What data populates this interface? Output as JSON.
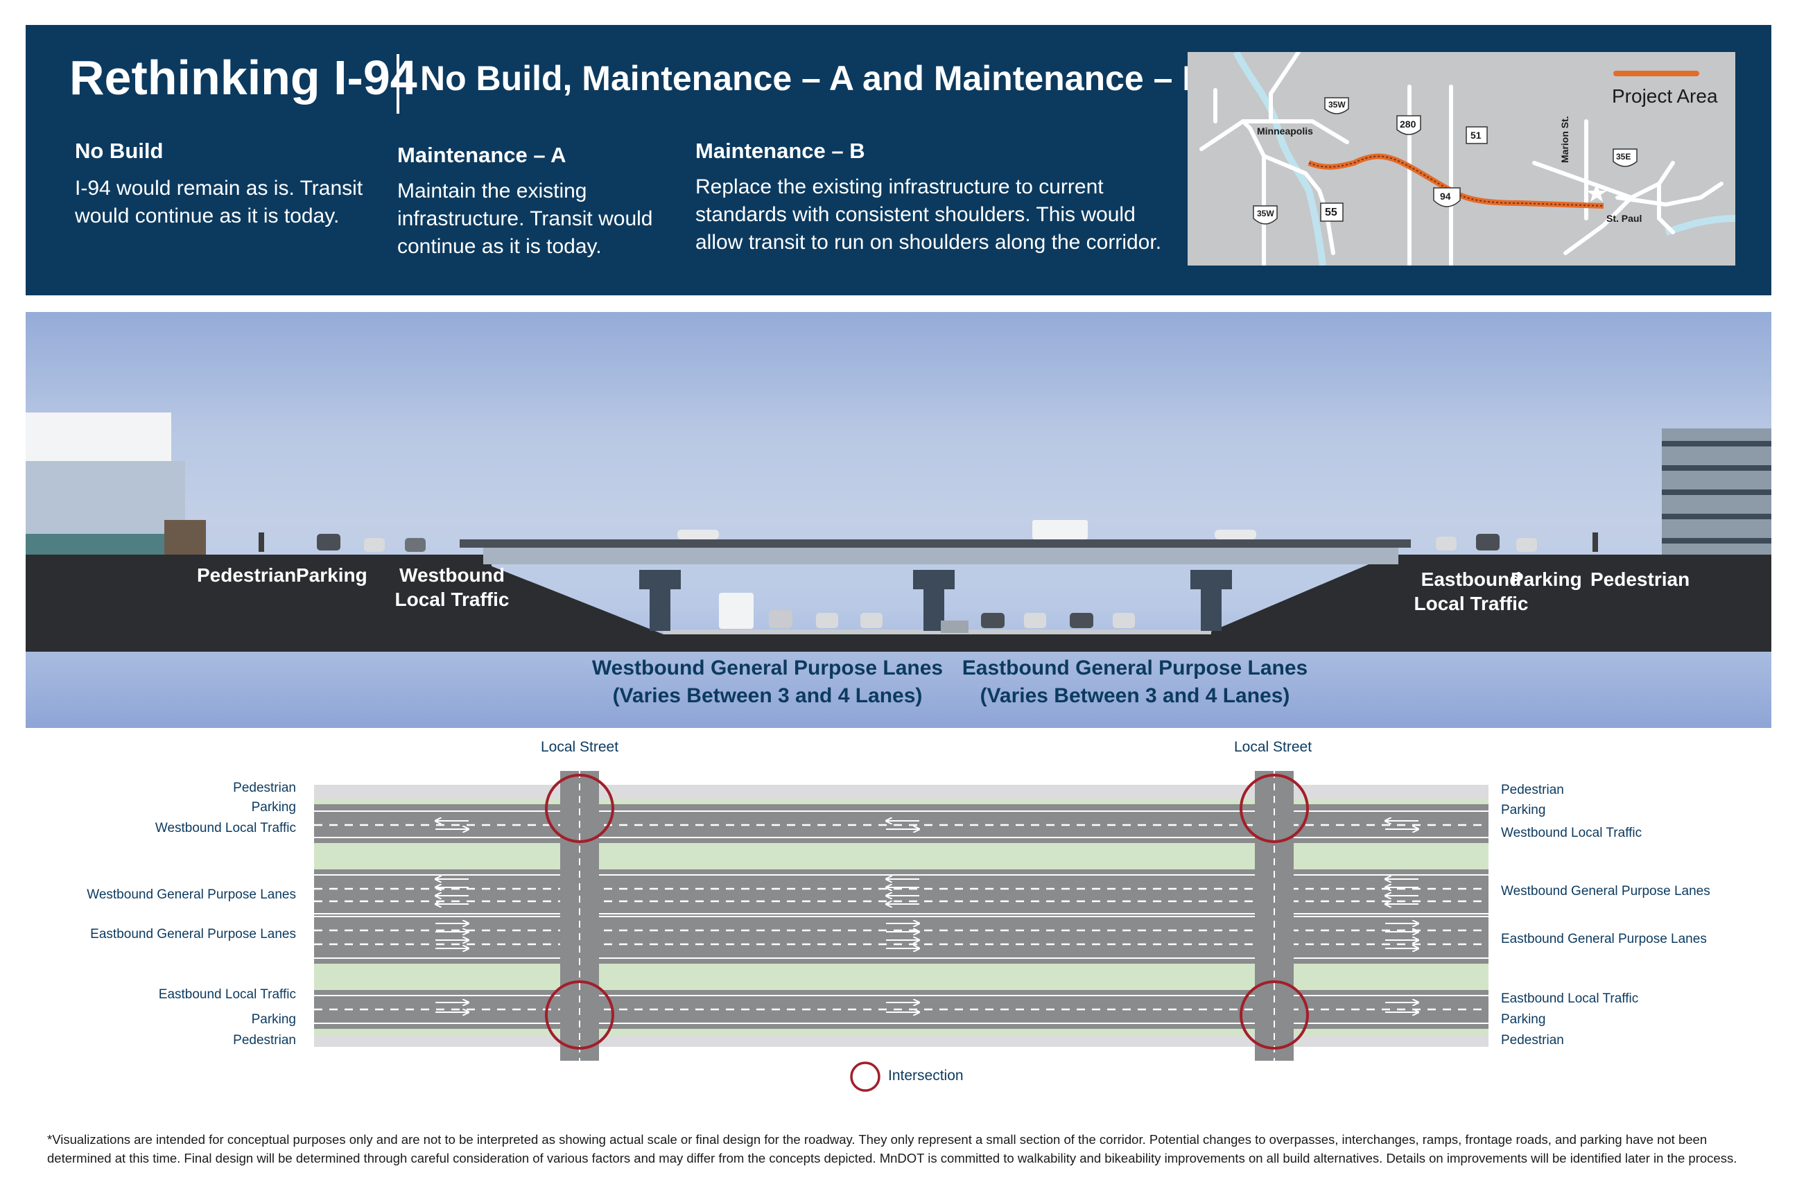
{
  "header": {
    "title": "Rethinking I-94",
    "subtitle": "No Build, Maintenance – A and Maintenance – B",
    "options": [
      {
        "heading": "No Build",
        "text": "I-94 would remain as is. Transit would continue as it is today."
      },
      {
        "heading": "Maintenance – A",
        "text": "Maintain the existing infrastructure. Transit would continue as it is today."
      },
      {
        "heading": "Maintenance – B",
        "text": "Replace the existing infrastructure to current standards with consistent shoulders. This would allow transit to run on shoulders along the corridor."
      }
    ]
  },
  "map": {
    "legend": "Project Area",
    "labels": {
      "minneapolis": "Minneapolis",
      "st_paul": "St. Paul",
      "marion_st": "Marion St.",
      "i35w_north": "35W",
      "i35w_south": "35W",
      "h280": "280",
      "h51": "51",
      "h55": "55",
      "i94": "94",
      "i35e": "35E"
    },
    "colors": {
      "project": "#e46b28",
      "roads": "#ffffff",
      "river": "#bfe3ee",
      "land": "#c5c7c9"
    }
  },
  "cross_section": {
    "left_labels": {
      "pedestrian": "Pedestrian",
      "parking": "Parking",
      "local_1": "Westbound",
      "local_2": "Local Traffic"
    },
    "right_labels": {
      "local_1": "Eastbound",
      "local_2": "Local Traffic",
      "parking": "Parking",
      "pedestrian": "Pedestrian"
    },
    "gp_west": {
      "line1": "Westbound General Purpose Lanes",
      "line2": "(Varies Between 3 and 4 Lanes)"
    },
    "gp_east": {
      "line1": "Eastbound General Purpose Lanes",
      "line2": "(Varies Between 3 and 4 Lanes)"
    }
  },
  "plan": {
    "local_street_left": "Local Street",
    "local_street_right": "Local Street",
    "left": {
      "pedestrian_top": "Pedestrian",
      "parking_top": "Parking",
      "wb_local": "Westbound Local Traffic",
      "wb_gp": "Westbound General Purpose Lanes",
      "eb_gp": "Eastbound General Purpose Lanes",
      "eb_local": "Eastbound Local Traffic",
      "parking_bottom": "Parking",
      "pedestrian_bottom": "Pedestrian"
    },
    "right": {
      "pedestrian_top": "Pedestrian",
      "parking_top": "Parking",
      "wb_local": "Westbound Local Traffic",
      "wb_gp": "Westbound General Purpose Lanes",
      "eb_gp": "Eastbound General Purpose Lanes",
      "eb_local": "Eastbound Local Traffic",
      "parking_bottom": "Parking",
      "pedestrian_bottom": "Pedestrian"
    },
    "legend_intersection": "Intersection",
    "colors": {
      "road": "#8a8b8d",
      "green": "#d3e5c8",
      "sidewalk": "#dcdcde",
      "intersection": "#a11f2a"
    }
  },
  "footnote": "*Visualizations are intended for conceptual purposes only and are not to be interpreted as showing actual scale or final design for the roadway. They only represent a small section of the corridor. Potential changes to overpasses, interchanges, ramps, frontage roads, and parking have not been determined at this time. Final design will be determined through careful consideration of various factors and may differ from the concepts depicted. MnDOT is committed to walkability and bikeability improvements on all build alternatives. Details on improvements will be identified later in the process."
}
